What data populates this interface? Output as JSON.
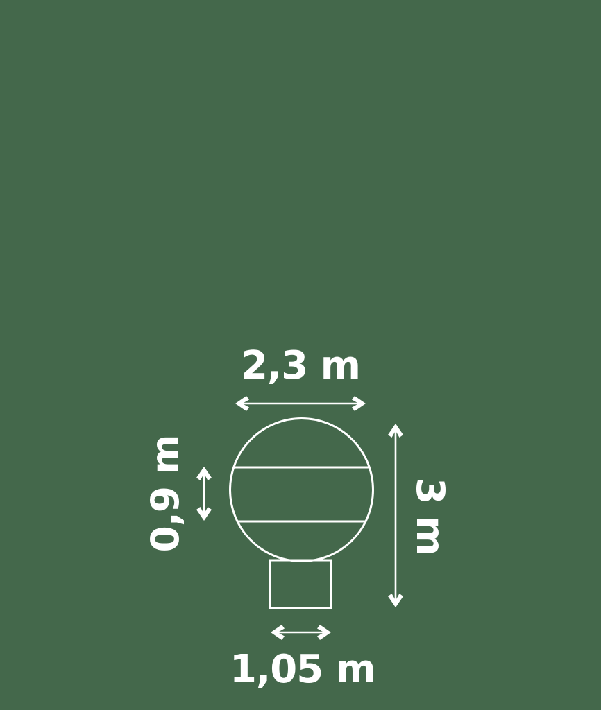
{
  "canvas": {
    "background_color": "#44684B",
    "line_color": "#FFFFFF"
  },
  "diagram": {
    "name": "sphere-on-pedestal-dimension-drawing",
    "labels": {
      "width": "2,3 m",
      "band_height": "0,9 m",
      "total_height": "3 m",
      "base_width": "1,05 m"
    }
  }
}
